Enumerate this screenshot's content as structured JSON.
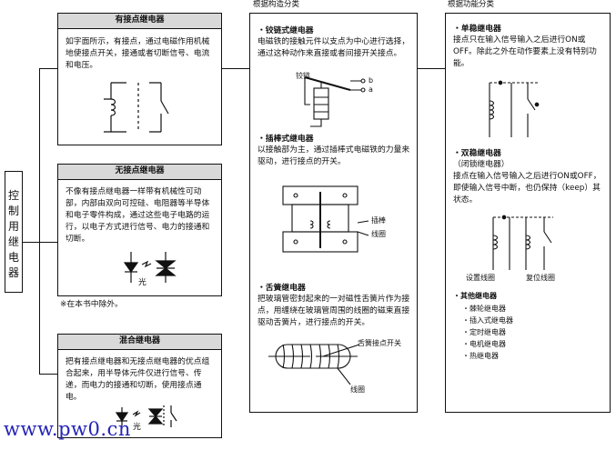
{
  "left_label": "控制用继电器",
  "left_label_chars": [
    "控",
    "制",
    "用",
    "继",
    "电",
    "器"
  ],
  "boxes": {
    "contact": {
      "title": "有接点继电器",
      "text": "如字面所示，有接点，通过电磁作用机械地使接点开关，接通或者切断信号、电流和电压。"
    },
    "contactless": {
      "title": "无接点继电器",
      "text": "不像有接点继电器一样带有机械性可动部，内部由双向可控硅、电阻器等半导体和电子零件构成，通过这些电子电路的运行，以电子方式进行信号、电力的接通和切断。",
      "light_label": "光"
    },
    "note": "※在本书中除外。",
    "hybrid": {
      "title": "混合继电器",
      "text": "把有接点继电器和无接点继电器的优点组合起来，用半导体元件仅进行信号、传递，而电力的接通和切断，使用接点通电。",
      "light_label": "光"
    }
  },
  "structure": {
    "header": "根据构造分类",
    "hinge": {
      "title": "・铰链式继电器",
      "text": "电磁铁的接触元件以支点为中心进行选择，通过这种动作来直接或者间接开关接点。",
      "label_hinge": "铰链",
      "label_b": "b",
      "label_a": "a"
    },
    "plunger": {
      "title": "・插棒式继电器",
      "text": "以接触部为主，通过插棒式电磁铁的力量来驱动，进行接点的开关。",
      "label_plunger": "插棒",
      "label_coil": "线圈"
    },
    "reed": {
      "title": "・舌簧继电器",
      "text": "把玻璃管密封起来的一对磁性舌簧片作为接点，用缠绕在玻璃管周围的线圈的磁束直接驱动舌簧片，进行接点的开关。",
      "label_contact": "舌簧接点开关",
      "label_coil": "线圈"
    }
  },
  "function": {
    "header": "根据功能分类",
    "monostable": {
      "title": "・单稳继电器",
      "text": "接点只在输入信号输入之后进行ON或OFF。除此之外在动作要素上没有特别功能。"
    },
    "bistable": {
      "title": "・双稳继电器",
      "subtitle": "（闭锁继电器）",
      "text": "接点在输入信号输入之后进行ON或OFF，即使输入信号中断，也仍保持（keep）其状态。",
      "label_set": "设置线圈",
      "label_reset": "复位线圈"
    },
    "others": {
      "title": "・其他继电器",
      "items": [
        "・棘轮继电器",
        "・插入式继电器",
        "・定时继电器",
        "・电机继电器",
        "・热继电器"
      ]
    }
  },
  "watermark": "www.pw0.cn"
}
